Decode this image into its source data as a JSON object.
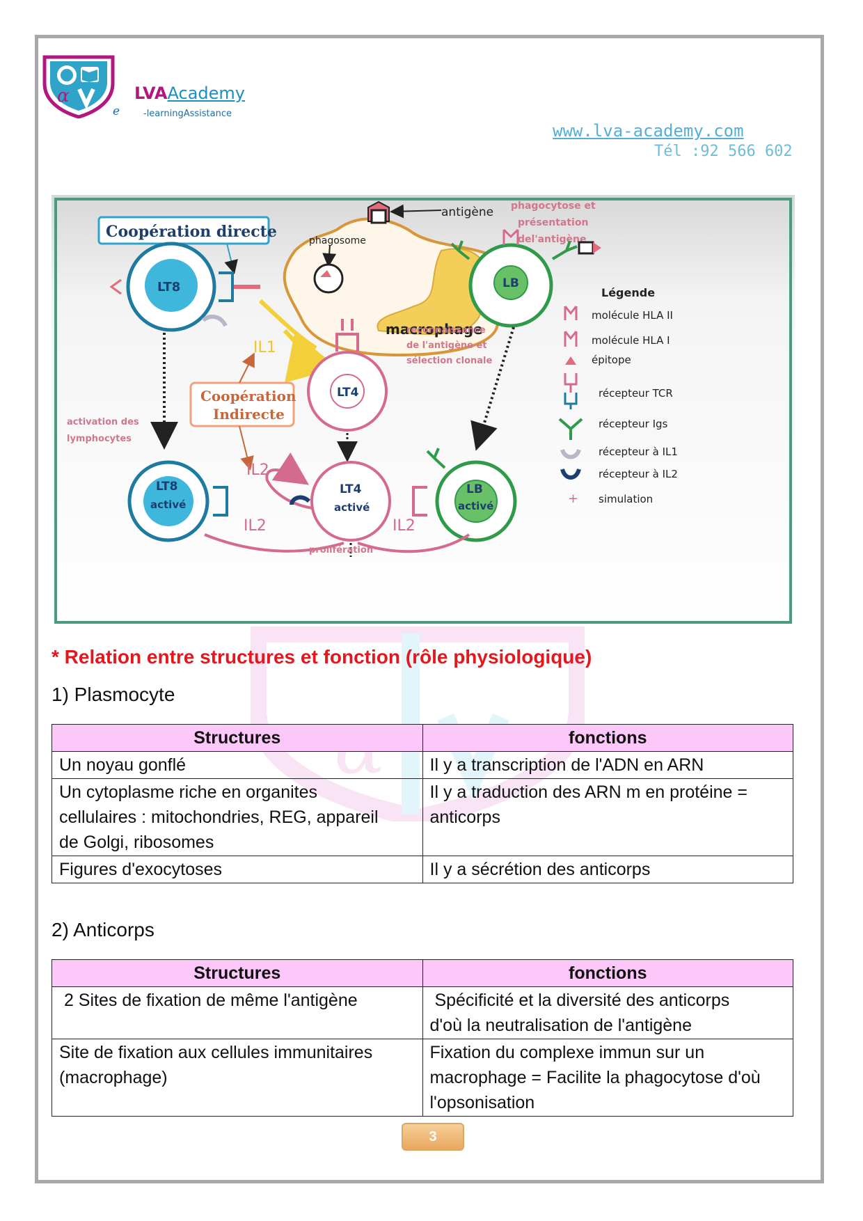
{
  "header": {
    "brand_lva": "LVA",
    "brand_academy": "Academy",
    "brand_e": "e",
    "tagline": "-learningAssistance",
    "website": "www.lva-academy.com",
    "phone": "Tél :92 566 602"
  },
  "figure": {
    "antigene": "antigène",
    "phagocytose_1": "phagocytose et",
    "phagocytose_2": "présentation",
    "phagocytose_3": "del'antigène",
    "phagosome": "phagosome",
    "cooperation_directe": "Coopération directe",
    "lt8": "LT8",
    "lb": "LB",
    "macrophage": "macrophage",
    "il1": "IL1",
    "cooperation_indirecte_1": "Coopération",
    "cooperation_indirecte_2": "Indirecte",
    "reconnaissance_1": "reconnaissance",
    "reconnaissance_2": "de l'antigène et",
    "reconnaissance_3": "sélection clonale",
    "lt4": "LT4",
    "activation_1": "activation des",
    "activation_2": "lymphocytes",
    "lt8_active_1": "LT8",
    "lt8_active_2": "activé",
    "lt4_active_1": "LT4",
    "lt4_active_2": "activé",
    "lb_active_1": "LB",
    "lb_active_2": "activé",
    "il2": "IL2",
    "proliferation": "prolifération",
    "legend": {
      "title": "Légende",
      "hla2": "molécule HLA II",
      "hla1": "molécule HLA I",
      "epitope": "épitope",
      "tcr": "récepteur TCR",
      "igs": "récepteur Igs",
      "ril1": "récepteur à IL1",
      "ril2": "récepteur à IL2",
      "stim_symbol": "+",
      "simulation": "simulation"
    }
  },
  "section_title": "* Relation entre structures et fonction (rôle physiologique)",
  "plasmocyte": {
    "heading": "1) Plasmocyte",
    "col1": "Structures",
    "col2": "fonctions",
    "rows": [
      {
        "s1": "Un noyau gonflé",
        "f1": "Il y a transcription de l'ADN en ARN"
      },
      {
        "s1": "Un cytoplasme riche en organites",
        "s2": "cellulaires : mitochondries, REG, appareil",
        "s3": "de Golgi, ribosomes",
        "f1": "Il y a traduction des ARN m en protéine =",
        "f2": "anticorps"
      },
      {
        "s1": "Figures d'exocytoses",
        "f1": "Il y a sécrétion des anticorps"
      }
    ]
  },
  "anticorps": {
    "heading": "2) Anticorps",
    "col1": "Structures",
    "col2": "fonctions",
    "rows": [
      {
        "s1": " 2 Sites de fixation de même l'antigène",
        "f1": " Spécificité et la diversité des anticorps",
        "f2": "d'où la neutralisation de l'antigène"
      },
      {
        "s1": "Site de fixation aux cellules immunitaires",
        "s2": "(macrophage)",
        "f1": "Fixation du complexe immun sur un",
        "f2": "macrophage = Facilite la phagocytose d'où",
        "f3": "l'opsonisation"
      }
    ]
  },
  "page_number": "3"
}
